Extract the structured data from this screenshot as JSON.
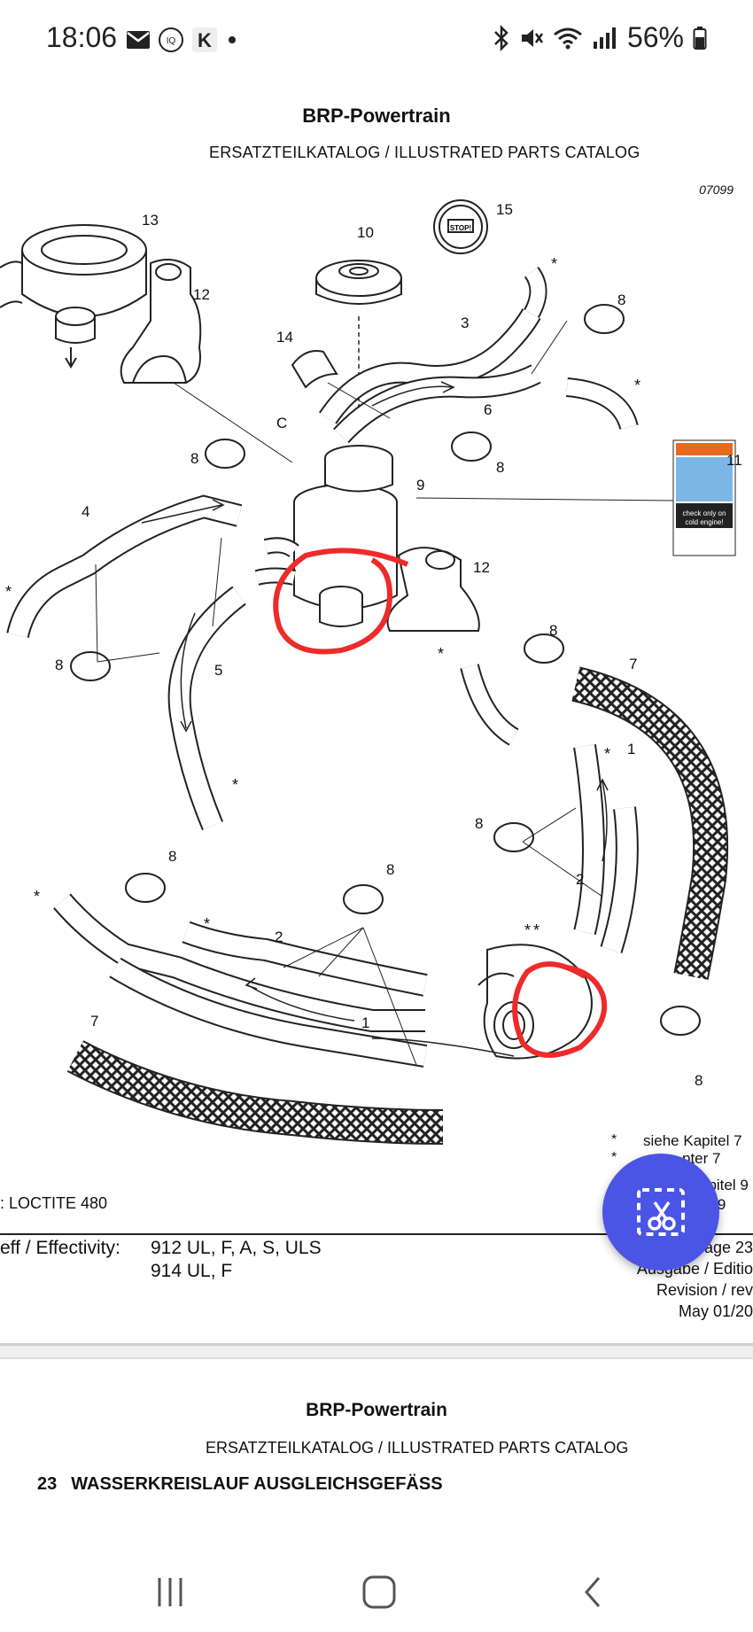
{
  "status": {
    "time": "18:06",
    "battery": "56%",
    "left_icons": [
      "mail-icon",
      "iqpro-icon",
      "k-icon",
      "dot-icon"
    ],
    "right_icons": [
      "bluetooth-icon",
      "mute-icon",
      "wifi-icon",
      "signal-icon",
      "battery-icon"
    ]
  },
  "page1": {
    "brand": "BRP-Powertrain",
    "subtitle": "ERSATZTEILKATALOG / ILLUSTRATED PARTS CATALOG",
    "figure_number": "07099",
    "callouts": [
      "1",
      "2",
      "3",
      "4",
      "5",
      "6",
      "7",
      "8",
      "9",
      "10",
      "11",
      "12",
      "13",
      "14",
      "15"
    ],
    "label_c": "C",
    "sticker_text_1": "check only on",
    "sticker_text_2": "cold engine!",
    "cap_text": "STOP!",
    "legend": {
      "star1": "*",
      "star2": "*",
      "line1": "siehe Kapitel 7",
      "line2": "pter 7",
      "line3": "apitel 9",
      "line4": "er 9"
    },
    "loctite": ": LOCTITE 480",
    "effectivity_label": "eff / Effectivity:",
    "effectivity_1": "912 UL, F, A, S, ULS",
    "effectivity_2": "914 UL, F",
    "page": "Page 23",
    "ausgabe": "Ausgabe / Editio",
    "revision": "Revision / rev",
    "date": "May 01/20"
  },
  "page2": {
    "brand": "BRP-Powertrain",
    "subtitle": "ERSATZTEILKATALOG / ILLUSTRATED PARTS CATALOG",
    "section_number": "23",
    "section_title": "WASSERKREISLAUF AUSGLEICHSGEFÄSS"
  },
  "colors": {
    "fab": "#4a55e6",
    "annotation": "#ee2a2a",
    "sticker_orange": "#e86a1e"
  }
}
